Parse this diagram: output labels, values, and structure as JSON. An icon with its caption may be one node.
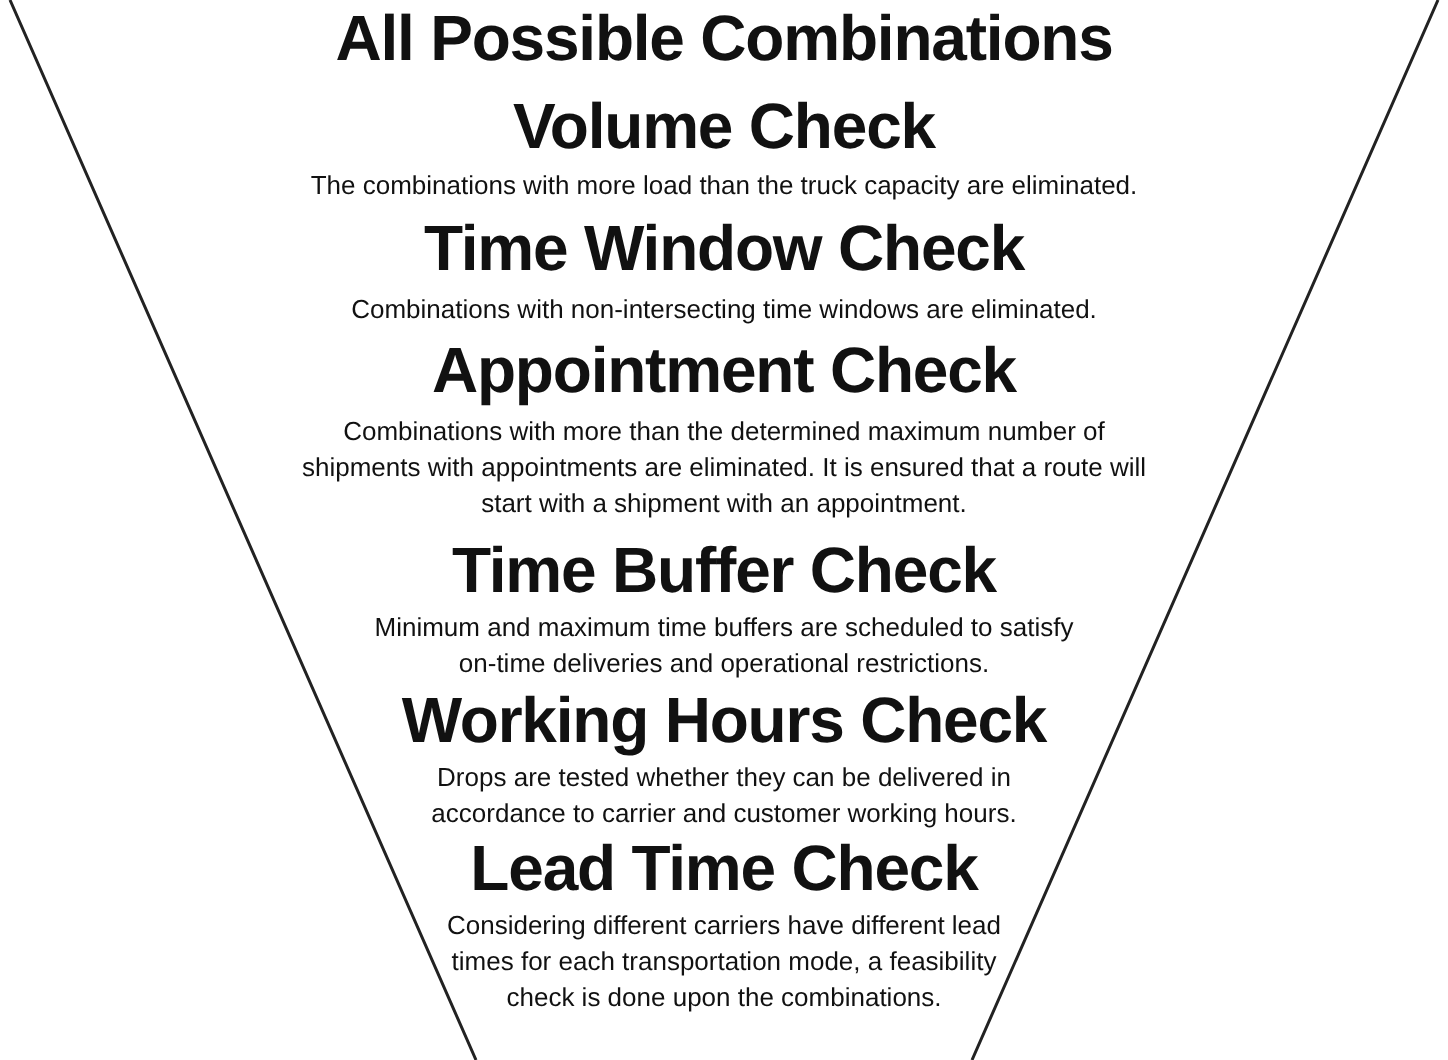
{
  "diagram": {
    "nodes": [
      {
        "text": [
          "All Possible Combinations",
          "Volume Check",
          "The combinations with more load than the truck capacity are eliminated.",
          "Time Window Check",
          "Combinations with non-intersecting time windows are eliminated.",
          "Appointment Check",
          "Combinations with more than the determined maximum number of shipments with appointments are eliminated. It is ensured that a route will start with a shipment with an appointment.",
          "Time Buffer Check",
          "Minimum and maximum time buffers are scheduled to satisfy on-time deliveries and operational restrictions.",
          "Working Hours Check",
          "Drops are tested whether they can be delivered in accordance to carrier and customer working hours.",
          "Lead Time Check",
          "Considering different carriers have different lead times for each transportation mode, a feasibility check is done upon the combinations."
        ]
      }
    ]
  }
}
